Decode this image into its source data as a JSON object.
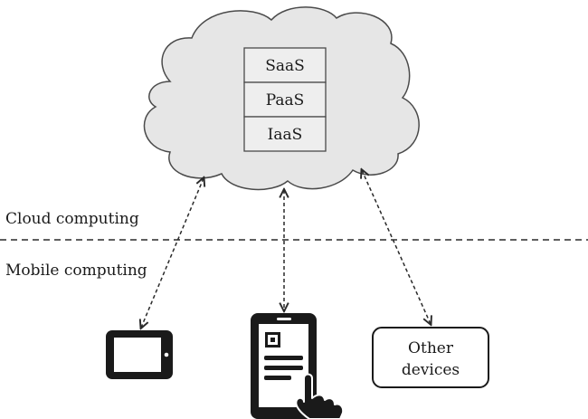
{
  "layers": [
    "SaaS",
    "PaaS",
    "IaaS"
  ],
  "regions": {
    "top_label": "Cloud computing",
    "bottom_label": "Mobile computing"
  },
  "devices": {
    "tablet": "tablet-icon",
    "smartphone": "smartphone-touch-icon",
    "other": {
      "line1": "Other",
      "line2": "devices"
    }
  },
  "colors": {
    "stroke": "#4a4a4a",
    "cloud_fill": "#e6e6e6",
    "layer_fill": "#eeeeee",
    "device_fill": "#1a1a1a",
    "text": "#1a1a1a"
  }
}
